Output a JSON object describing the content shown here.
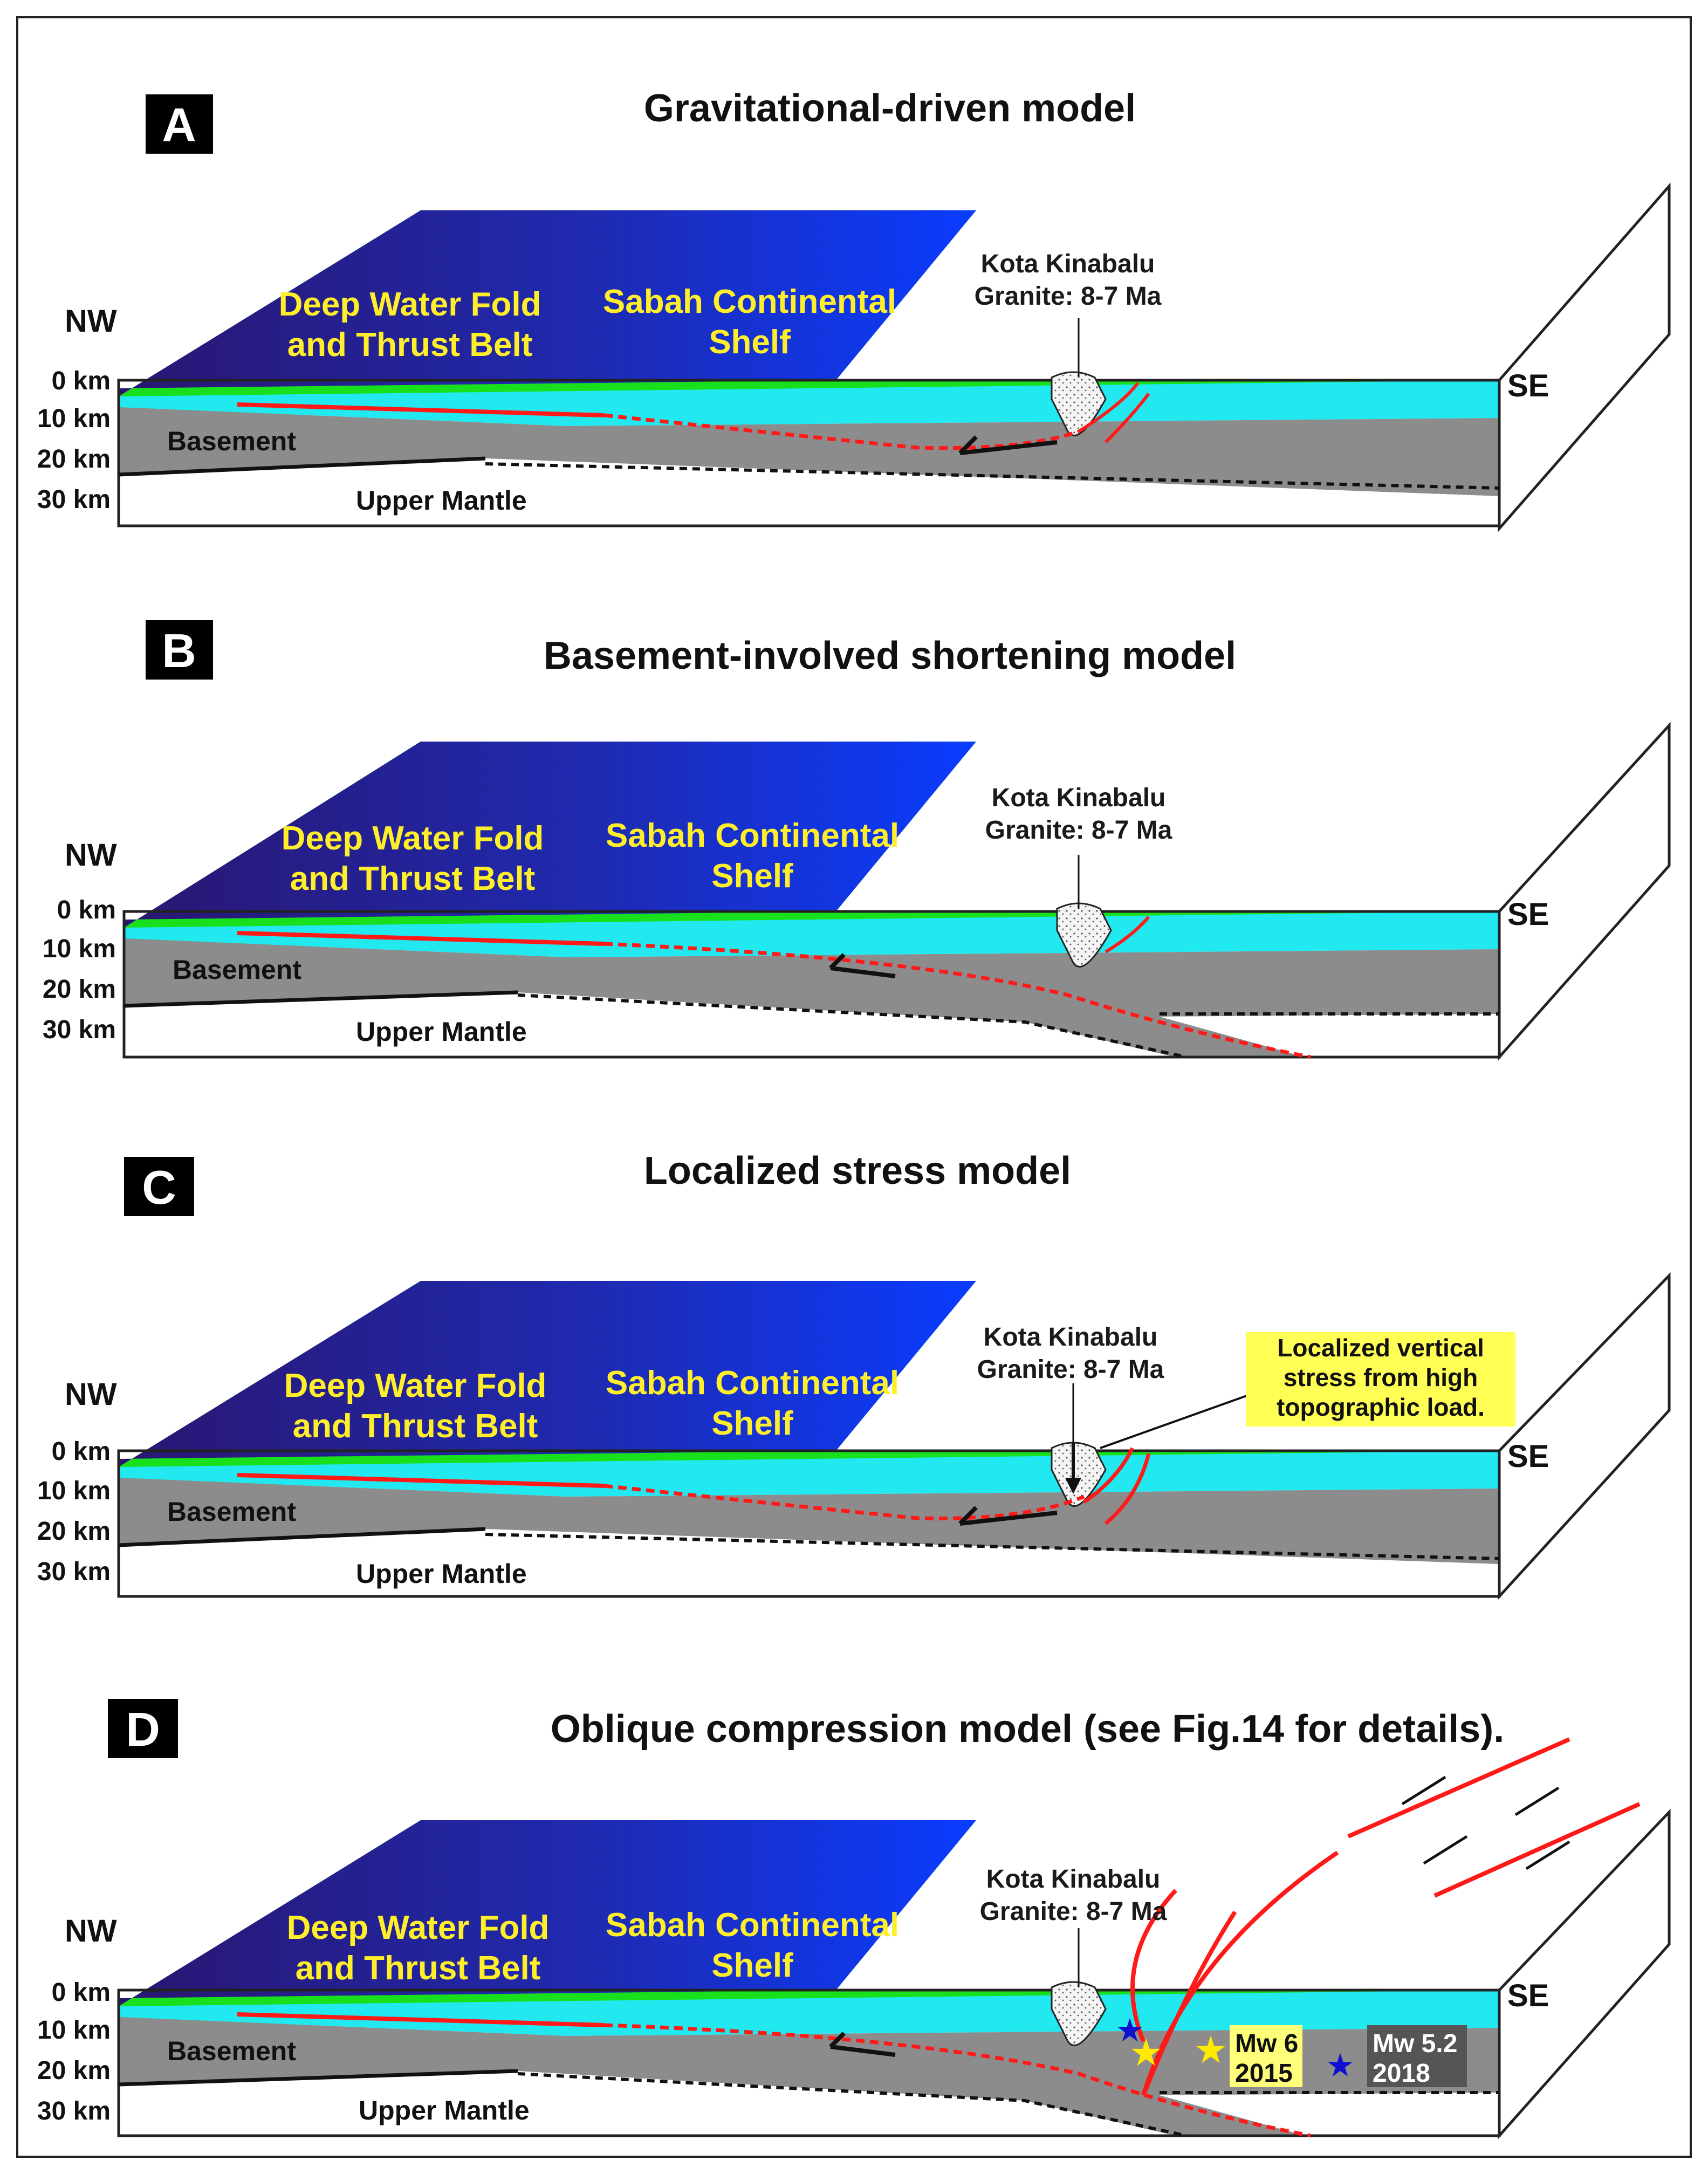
{
  "panels": [
    {
      "letter": "A",
      "title": "Gravitational-driven model",
      "deep_water": [
        "Deep Water Fold",
        "and Thrust Belt"
      ],
      "shelf": [
        "Sabah Continental",
        "Shelf"
      ],
      "kota": [
        "Kota Kinabalu",
        "Granite: 8-7 Ma"
      ],
      "basement": "Basement",
      "mantle": "Upper Mantle",
      "nw": "NW",
      "se": "SE",
      "depths": [
        "0 km",
        "10 km",
        "20 km",
        "30 km"
      ]
    },
    {
      "letter": "B",
      "title": "Basement-involved shortening model",
      "deep_water": [
        "Deep Water Fold",
        "and Thrust Belt"
      ],
      "shelf": [
        "Sabah Continental",
        "Shelf"
      ],
      "kota": [
        "Kota Kinabalu",
        "Granite: 8-7 Ma"
      ],
      "basement": "Basement",
      "mantle": "Upper Mantle",
      "nw": "NW",
      "se": "SE",
      "depths": [
        "0 km",
        "10 km",
        "20 km",
        "30 km"
      ]
    },
    {
      "letter": "C",
      "title": "Localized stress model",
      "deep_water": [
        "Deep Water Fold",
        "and Thrust Belt"
      ],
      "shelf": [
        "Sabah Continental",
        "Shelf"
      ],
      "kota": [
        "Kota Kinabalu",
        "Granite: 8-7 Ma"
      ],
      "basement": "Basement",
      "mantle": "Upper Mantle",
      "nw": "NW",
      "se": "SE",
      "depths": [
        "0 km",
        "10 km",
        "20 km",
        "30 km"
      ],
      "note": [
        "Localized vertical",
        "stress from high",
        "topographic load."
      ]
    },
    {
      "letter": "D",
      "title": "Oblique compression model (see Fig.14 for details).",
      "deep_water": [
        "Deep Water Fold",
        "and Thrust Belt"
      ],
      "shelf": [
        "Sabah Continental",
        "Shelf"
      ],
      "kota": [
        "Kota Kinabalu",
        "Granite: 8-7 Ma"
      ],
      "basement": "Basement",
      "mantle": "Upper Mantle",
      "nw": "NW",
      "se": "SE",
      "depths": [
        "0 km",
        "10 km",
        "20 km",
        "30 km"
      ],
      "quake1": [
        "Mw 6",
        "2015"
      ],
      "quake2": [
        "Mw 5.2",
        "2018"
      ]
    }
  ],
  "colors": {
    "deep_sea": "#2a1a78",
    "shelf_blue": "#1a3cff",
    "land": "#18e01c",
    "water_layer": "#22e8f0",
    "basement": "#8c8c8c",
    "fault": "#ff1a1a",
    "label_yellow": "#ffef2a"
  }
}
